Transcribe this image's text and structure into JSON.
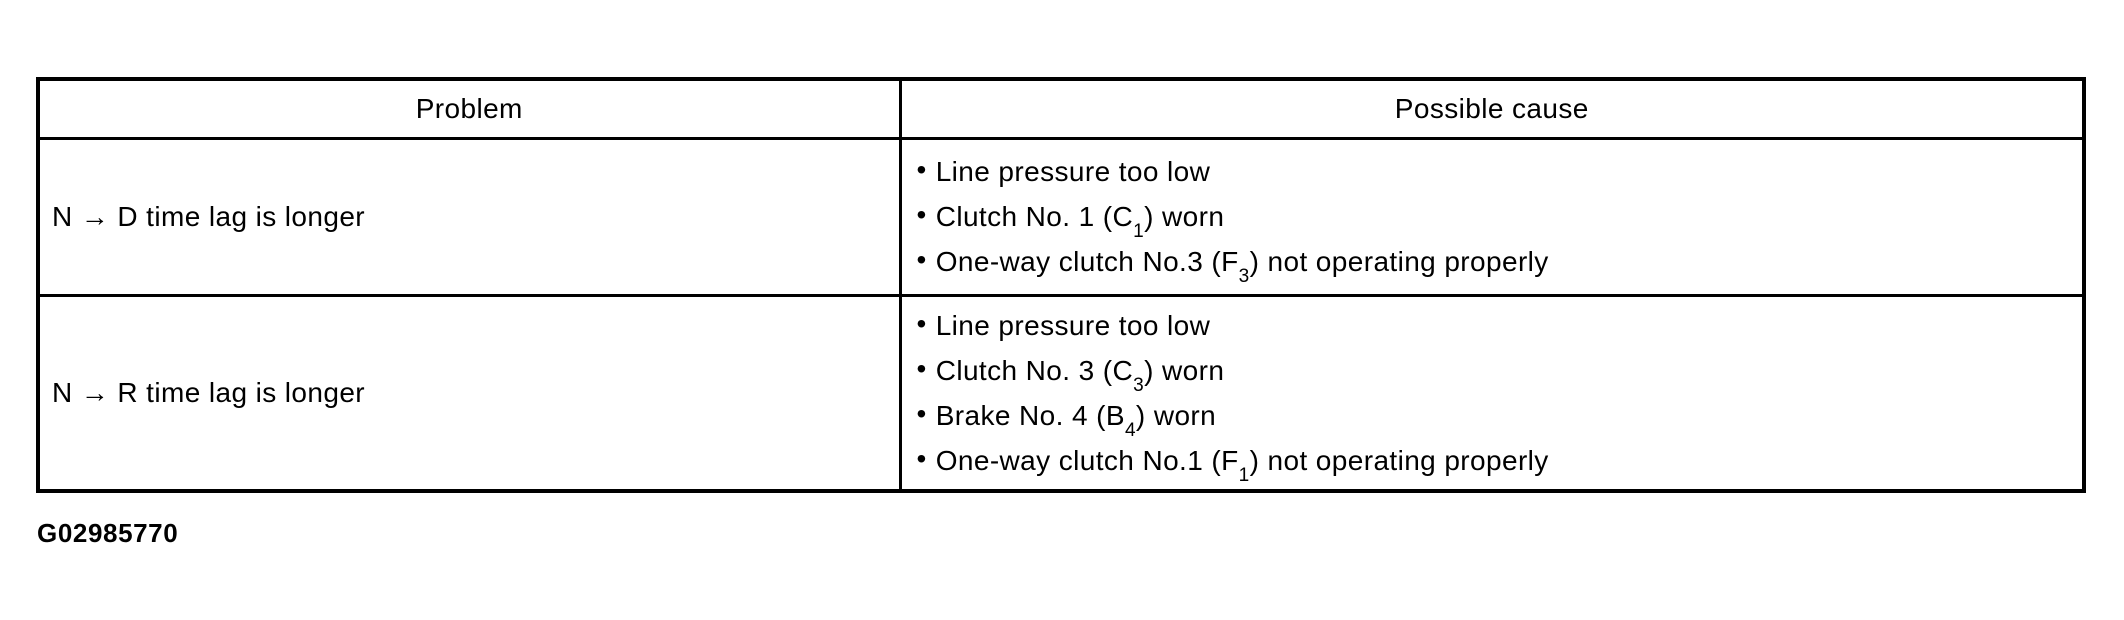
{
  "page": {
    "background_color": "#ffffff",
    "text_color": "#000000",
    "border_color": "#000000"
  },
  "figure_id": "G02985770",
  "table": {
    "headers": [
      "Problem",
      "Possible cause"
    ],
    "bullet_char": "•",
    "rows": [
      {
        "problem": "N → D time lag is longer",
        "causes": [
          [
            {
              "t": "Line pressure too low"
            }
          ],
          [
            {
              "t": "Clutch No. 1 (C"
            },
            {
              "t": "1",
              "sub": true
            },
            {
              "t": ") worn"
            }
          ],
          [
            {
              "t": "One-way clutch No.3 (F"
            },
            {
              "t": "3",
              "sub": true
            },
            {
              "t": ") not operating properly"
            }
          ]
        ]
      },
      {
        "problem": "N → R time lag is longer",
        "causes": [
          [
            {
              "t": "Line pressure too low"
            }
          ],
          [
            {
              "t": "Clutch No. 3 (C"
            },
            {
              "t": "3",
              "sub": true
            },
            {
              "t": ") worn"
            }
          ],
          [
            {
              "t": "Brake No. 4 (B"
            },
            {
              "t": "4",
              "sub": true
            },
            {
              "t": ") worn"
            }
          ],
          [
            {
              "t": "One-way clutch No.1 (F"
            },
            {
              "t": "1",
              "sub": true
            },
            {
              "t": ") not operating properly"
            }
          ]
        ]
      }
    ]
  }
}
